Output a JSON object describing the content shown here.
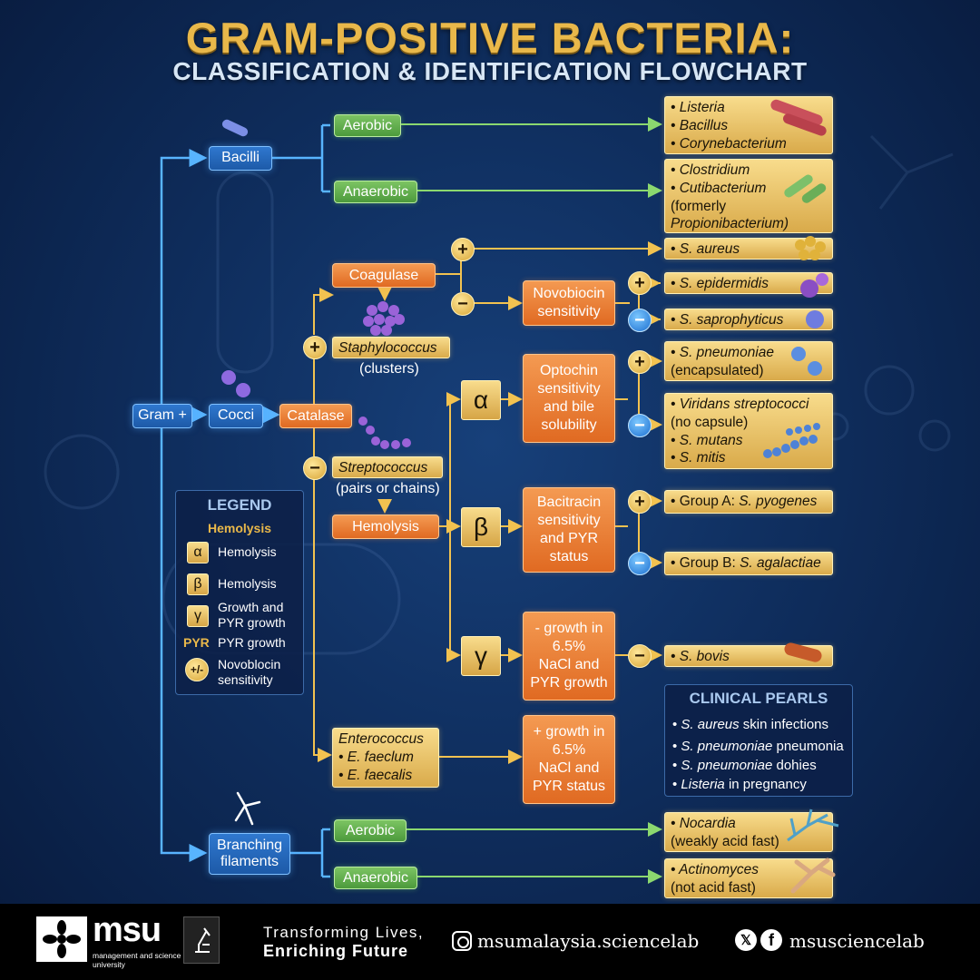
{
  "header": {
    "title": "GRAM-POSITIVE BACTERIA:",
    "subtitle": "CLASSIFICATION & IDENTIFICATION FLOWCHART"
  },
  "nodes": {
    "gram_pos": "Gram +",
    "bacilli": "Bacilli",
    "cocci": "Cocci",
    "branching": [
      "Branching",
      "filaments"
    ],
    "aerobic_1": "Aerobic",
    "anaerobic_1": "Anaerobic",
    "aerobic_2": "Aerobic",
    "anaerobic_2": "Anaerobic",
    "catalase": "Catalase",
    "coagulase": "Coagulase",
    "novobiocin": [
      "Novobiocin",
      "sensitivity"
    ],
    "staphylococcus": "Staphylococcus",
    "staph_note": "(clusters)",
    "streptococcus": "Streptococcus",
    "strep_note": "(pairs or chains)",
    "hemolysis": "Hemolysis",
    "alpha": "α",
    "beta": "β",
    "gamma": "γ",
    "optochin": [
      "Optochin",
      "sensitivity",
      "and bile",
      "solubility"
    ],
    "bacitracin": [
      "Bacitracin",
      "sensitivity",
      "and PYR",
      "status"
    ],
    "gamma_test": [
      "- growth in",
      "6.5%",
      "NaCl and",
      "PYR growth"
    ],
    "entero_test": [
      "+ growth in",
      "6.5%",
      "NaCl and",
      "PYR status"
    ],
    "enterococcus": [
      "Enterococcus",
      "• E. faeclum",
      "• E. faecalis"
    ],
    "plus": "+",
    "minus": "−"
  },
  "results": {
    "aerobic_bacilli": [
      "• Listeria",
      "• Bacillus",
      "• Corynebacterium"
    ],
    "anaerobic_bacilli": [
      "• Clostridium",
      "• Cutibacterium",
      "(formerly",
      "Propionibacterium)"
    ],
    "s_aureus": "• S. aureus",
    "s_epidermidis": "• S. epidermidis",
    "s_saprophyticus": "• S. saprophyticus",
    "s_pneumoniae": [
      "• S. pneumoniae",
      "(encapsulated)"
    ],
    "viridans": [
      "• Viridans streptococci",
      "(no capsule)",
      "• S. mutans",
      "• S. mitis"
    ],
    "group_a_prefix": "• Group A: ",
    "group_a_name": "S. pyogenes",
    "group_b_prefix": "• Group B: ",
    "group_b_name": "S. agalactiae",
    "s_bovis": "• S. bovis",
    "nocardia": [
      "• Nocardia",
      "(weakly acid fast)"
    ],
    "actinomyces": [
      "• Actinomyces",
      "(not acid fast)"
    ]
  },
  "legend": {
    "title": "LEGEND",
    "subtitle": "Hemolysis",
    "items": [
      {
        "symbol": "α",
        "label": "Hemolysis"
      },
      {
        "symbol": "β",
        "label": "Hemolysis"
      },
      {
        "symbol": "γ",
        "label": "Growth and PYR growth"
      },
      {
        "symbol": "PYR",
        "label": "PYR growth"
      },
      {
        "symbol": "+/-",
        "label": "Novoblocin sensitivity"
      }
    ]
  },
  "pearls": {
    "title": "CLINICAL PEARLS",
    "items": [
      {
        "italic": "S. aureus",
        "rest": " skin infections"
      },
      {
        "italic": "S. pneumoniae",
        "rest": " pneumonia"
      },
      {
        "italic": "S. pneumoniae",
        "rest": " dohies"
      },
      {
        "italic": "Listeria",
        "rest": " in pregnancy"
      }
    ]
  },
  "footer": {
    "logo_text": "msu",
    "logo_sub": "management and science university",
    "tagline_1": "Transforming Lives,",
    "tagline_2": "Enriching Future",
    "instagram": "msumalaysia.sciencelab",
    "social": "msusciencelab"
  },
  "colors": {
    "blue_node": "#2f78cf",
    "green_node": "#7cc463",
    "orange_node": "#f49a52",
    "gold_result": "#f8dc8c",
    "title_gold": "#e9b84a"
  }
}
